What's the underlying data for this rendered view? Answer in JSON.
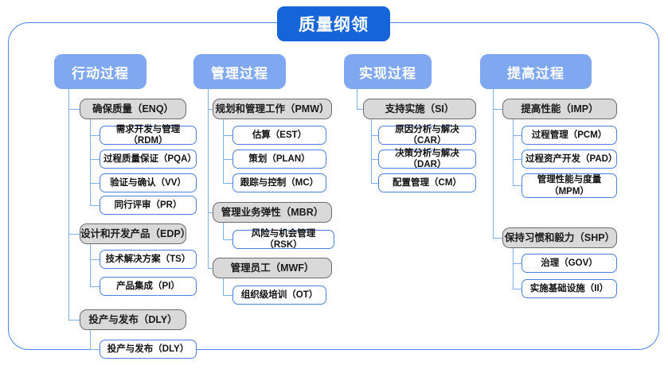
{
  "title": "质量纲领",
  "columns": [
    {
      "header": "行动过程",
      "groups": [
        {
          "label": "确保质量（ENQ）",
          "children": [
            "需求开发与管理（RDM）",
            "过程质量保证（PQA）",
            "验证与确认（VV）",
            "同行评审（PR）"
          ]
        },
        {
          "label": "设计和开发产品（EDP）",
          "children": [
            "技术解决方案（TS）",
            "产品集成（PI）"
          ]
        },
        {
          "label": "投产与发布（DLY）",
          "children": [
            "投产与发布（DLY）"
          ]
        }
      ]
    },
    {
      "header": "管理过程",
      "groups": [
        {
          "label": "规划和管理工作（PMW）",
          "children": [
            "估算（EST）",
            "策划（PLAN）",
            "跟踪与控制（MC）"
          ]
        },
        {
          "label": "管理业务弹性（MBR）",
          "children": [
            "风险与机会管理（RSK）"
          ]
        },
        {
          "label": "管理员工（MWF）",
          "children": [
            "组织级培训（OT）"
          ]
        }
      ]
    },
    {
      "header": "实现过程",
      "groups": [
        {
          "label": "支持实施（SI）",
          "children": [
            "原因分析与解决（CAR）",
            "决策分析与解决（DAR）",
            "配置管理（CM）"
          ]
        }
      ]
    },
    {
      "header": "提高过程",
      "groups": [
        {
          "label": "提高性能（IMP）",
          "children": [
            "过程管理（PCM）",
            "过程资产开发（PAD）",
            "管理性能与度量\n（MPM）"
          ]
        },
        {
          "label": "保持习惯和毅力（SHP）",
          "children": [
            "治理（GOV）",
            "实施基础设施（II）"
          ]
        }
      ]
    }
  ],
  "colors": {
    "title_bg": "#1565d8",
    "header_bg": "#7fa8f0",
    "group_bg": "#d9d9d9",
    "group_border": "#6b6b6b",
    "leaf_border": "#4a7fe0",
    "connector": "#7fb0ee",
    "frame_border": "#4a86e8",
    "page_bg": "#ffffff"
  }
}
